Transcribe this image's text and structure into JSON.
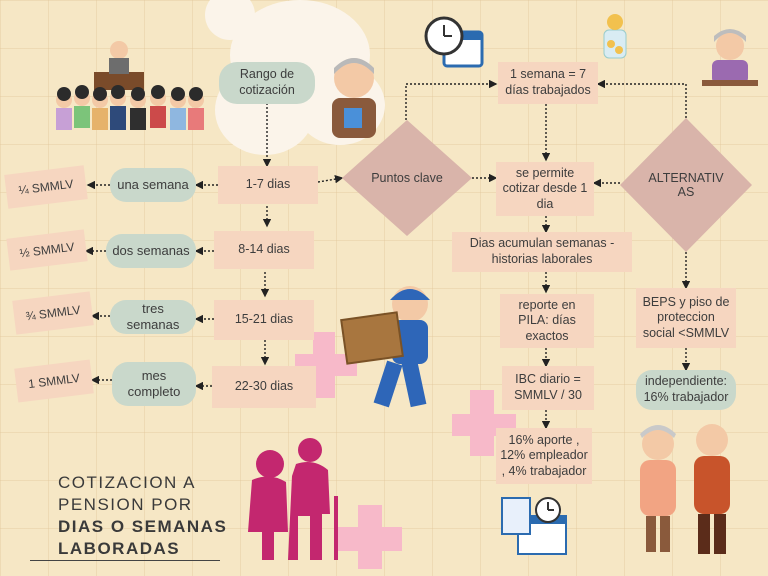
{
  "title": {
    "line1": "COTIZACION A",
    "line2": "PENSION POR",
    "line3": "DIAS O SEMANAS",
    "line4": "LABORADAS"
  },
  "nodes": {
    "rango": "Rango de cotización",
    "puntos": "Puntos clave",
    "alternativas": "ALTERNATIV AS",
    "r1": "1-7 dias",
    "r2": "8-14 dias",
    "r3": "15-21 dias",
    "r4": "22-30 dias",
    "p1": "una semana",
    "p2": "dos semanas",
    "p3": "tres semanas",
    "p4": "mes completo",
    "s1": "¼ SMMLV",
    "s2": "½ SMMLV",
    "s3": "¾ SMMLV",
    "s4": "1 SMMLV",
    "semana": "1 semana = 7 días trabajados",
    "cotizar": "se permite cotizar desde 1 dia",
    "acumulan": "Dias acumulan semanas - historias laborales",
    "pila": "reporte en PILA: días exactos",
    "ibc": "IBC diario = SMMLV / 30",
    "aporte": "16% aporte , 12% empleador , 4% trabajador",
    "beps": "BEPS y piso  de proteccion social <SMMLV",
    "independiente": "independiente: 16% trabajador"
  },
  "colors": {
    "background": "#f6e7c5",
    "box": "#f6d6c0",
    "pill": "#c9d8cb",
    "diamond": "#d9b4aa",
    "accent": "#c3276f"
  }
}
